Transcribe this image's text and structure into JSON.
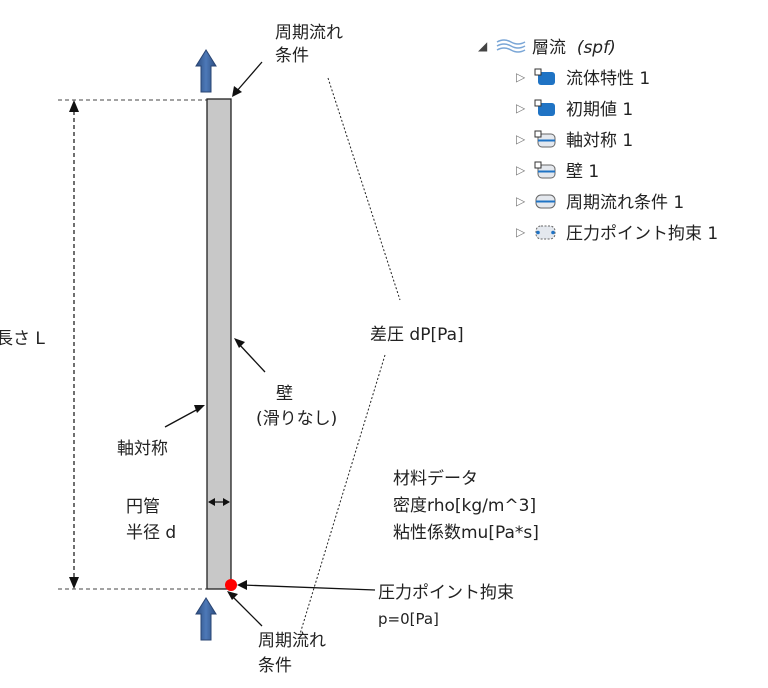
{
  "labels": {
    "top_periodic_1": "周期流れ",
    "top_periodic_2": "条件",
    "length": "長さ L",
    "pressure_diff": "差圧 dP[Pa]",
    "wall_1": "壁",
    "wall_2": "(滑りなし)",
    "axisym": "軸対称",
    "pipe_1": "円管",
    "pipe_2": "半径 d",
    "material_1": "材料データ",
    "material_2": "密度rho[kg/m^3]",
    "material_3": "粘性係数mu[Pa*s]",
    "pressure_point_1": "圧力ポイント拘束",
    "pressure_point_2": "p=0[Pa]",
    "bottom_periodic_1": "周期流れ",
    "bottom_periodic_2": "条件"
  },
  "tree": {
    "root_label": "層流",
    "root_tag": "(spf)",
    "items": [
      {
        "label": "流体特性 1",
        "icon": "domain-feature-icon"
      },
      {
        "label": "初期値 1",
        "icon": "domain-feature-icon"
      },
      {
        "label": "軸対称 1",
        "icon": "boundary-feature-icon"
      },
      {
        "label": "壁 1",
        "icon": "boundary-feature-icon"
      },
      {
        "label": "周期流れ条件 1",
        "icon": "pair-boundary-icon"
      },
      {
        "label": "圧力ポイント拘束 1",
        "icon": "point-constraint-icon"
      }
    ]
  },
  "colors": {
    "pipe_fill": "#c8c8c8",
    "arrow_blue": "#3a5f98",
    "point_red": "#ff0000",
    "icon_blue": "#1f73c4"
  }
}
